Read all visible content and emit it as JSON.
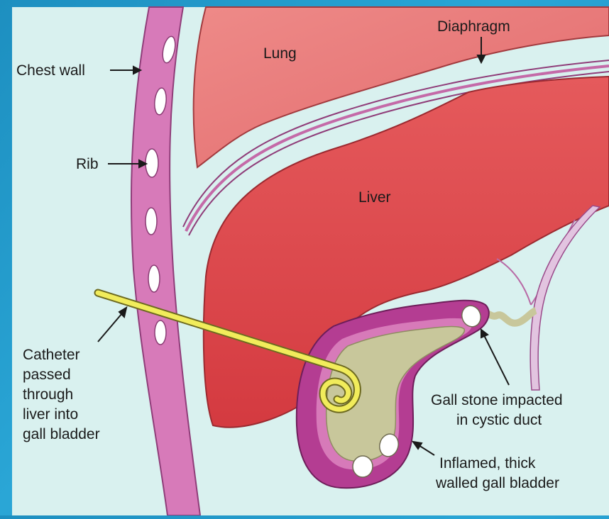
{
  "labels": {
    "chest_wall": "Chest wall",
    "lung": "Lung",
    "diaphragm": "Diaphragm",
    "rib": "Rib",
    "liver": "Liver",
    "catheter": [
      "Catheter",
      "passed",
      "through",
      "liver into",
      "gall bladder"
    ],
    "gall_stone": [
      "Gall stone impacted",
      "in cystic duct"
    ],
    "gall_bladder": [
      "Inflamed, thick",
      "walled gall bladder"
    ]
  },
  "colors": {
    "background_frame": "#1d8fc0",
    "panel": "#d9f1ef",
    "lung": "#e77676",
    "liver": "#e0474a",
    "chest_wall": "#d77ab9",
    "gall_bladder_wall": "#b43d92",
    "bile": "#c8c79b",
    "catheter": "#f1ec5b",
    "stone": "#ffffff"
  }
}
